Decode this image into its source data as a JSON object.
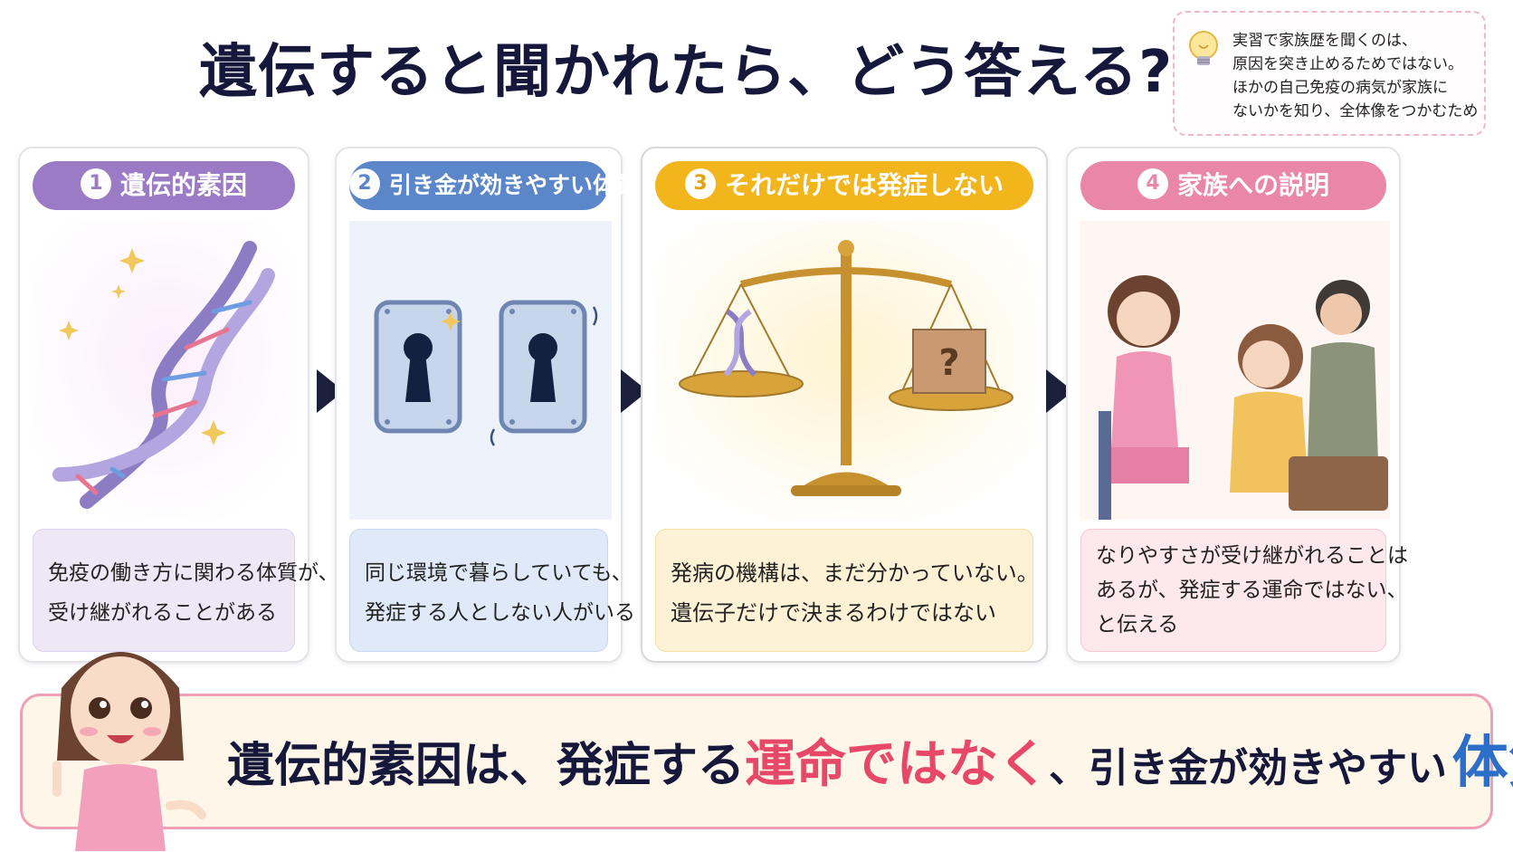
{
  "title": "遺伝すると聞かれたら、どう答える?",
  "tip": {
    "icon": "lightbulb-icon",
    "lines": [
      "実習で家族歴を聞くのは、",
      "原因を突き止めるためではない。",
      "ほかの自己免疫の病気が家族に",
      "ないかを知り、全体像をつかむため"
    ]
  },
  "cards": [
    {
      "num": "1",
      "title": "遺伝的素因",
      "color": "#9b7bc6",
      "icon": "dna-icon",
      "lines": [
        "免疫の働き方に関わる体質が、",
        "受け継がれることがある"
      ]
    },
    {
      "num": "2",
      "title": "引き金が効きやすい体質",
      "color": "#5b86c9",
      "icon": "keyhole-lock-icon",
      "lines": [
        "同じ環境で暮らしていても、",
        "発症する人としない人がいる"
      ]
    },
    {
      "num": "3",
      "title": "それだけでは発症しない",
      "color": "#f2b51b",
      "icon": "balance-scale-icon",
      "lines": [
        "発病の機構は、まだ分かっていない。",
        "遺伝子だけで決まるわけではない"
      ]
    },
    {
      "num": "4",
      "title": "家族への説明",
      "color": "#ea86a7",
      "icon": "family-conversation-icon",
      "lines": [
        "なりやすさが受け継がれることは",
        "あるが、発症する運命ではない、",
        "と伝える"
      ]
    }
  ],
  "banner": {
    "part1": "遺伝的素因は、発症する",
    "highlight": "運命ではなく",
    "part2": "、引き金が効きやすい",
    "emphasis": "体質"
  }
}
